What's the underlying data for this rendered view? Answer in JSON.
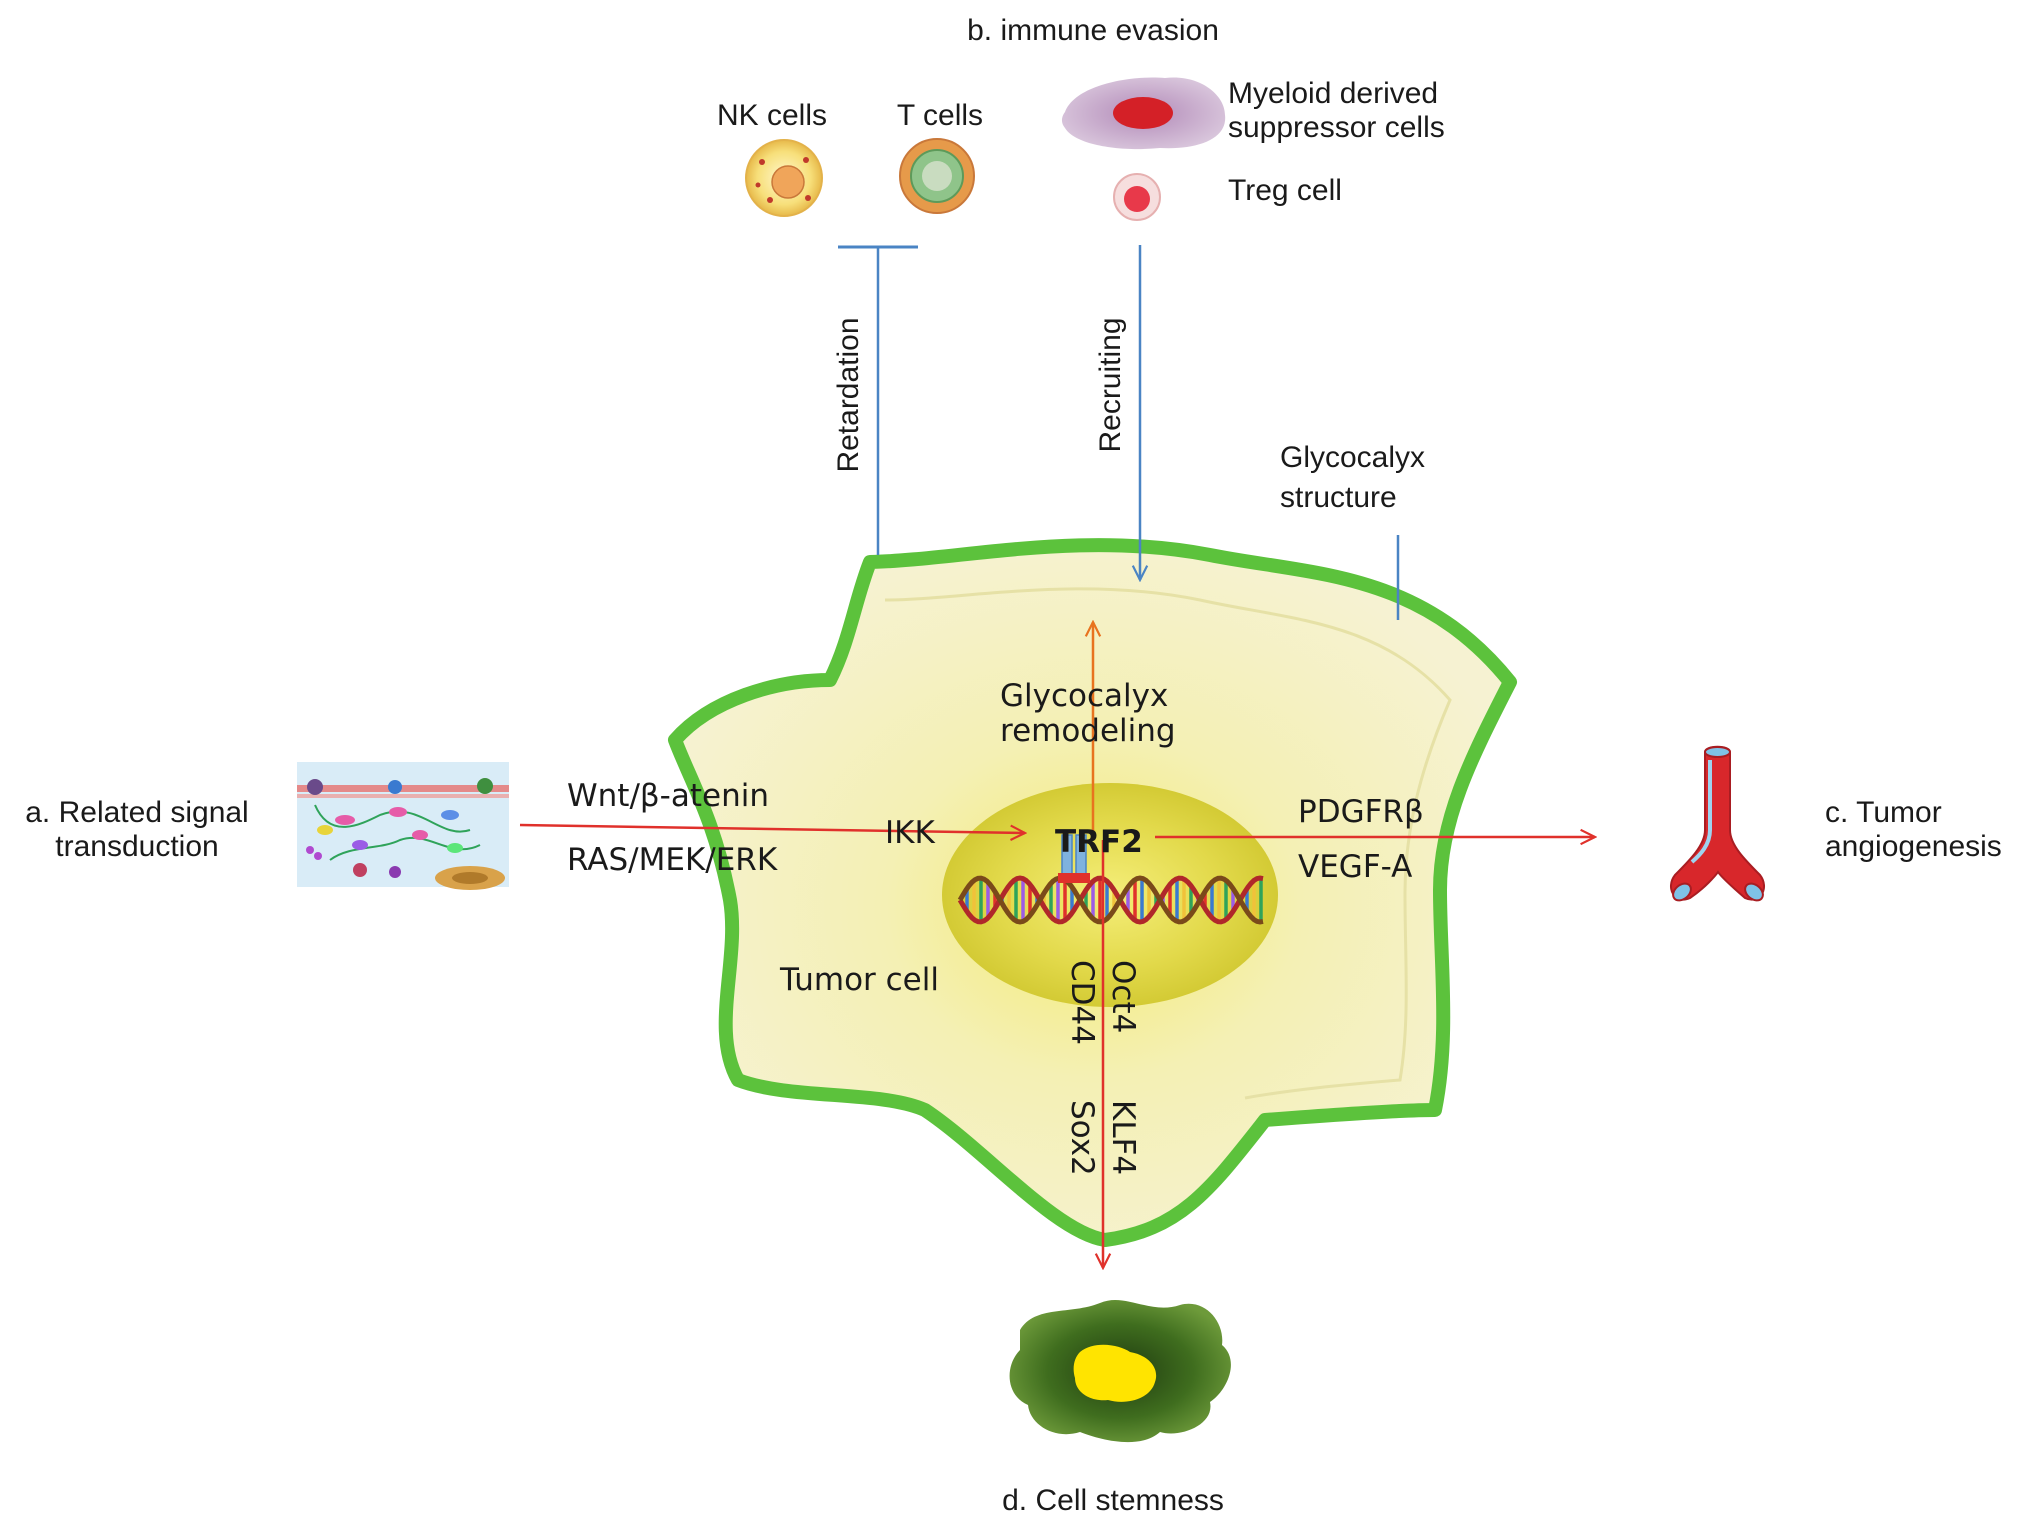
{
  "labels": {
    "signal": [
      "a. Related signal",
      "transduction"
    ],
    "immune": "b. immune evasion",
    "angio": [
      "c. Tumor",
      "angiogenesis"
    ],
    "stem": "d. Cell stemness",
    "nk": "NK cells",
    "tcells": "T cells",
    "mdsc": [
      "Myeloid derived",
      "suppressor cells"
    ],
    "treg": "Treg cell",
    "retardation": "Retardation",
    "recruiting": "Recruiting",
    "glyco_structure": [
      "Glycocalyx",
      "structure"
    ],
    "glyco_remodel": [
      "Glycocalyx",
      "remodeling"
    ],
    "wnt": "Wnt/β-atenin",
    "ras": "RAS/MEK/ERK",
    "ikk": "IKK",
    "trf2": "TRF2",
    "pdgfrb": "PDGFRβ",
    "vegfa": "VEGF-A",
    "tumor_cell": "Tumor cell",
    "oct4": "Oct4",
    "cd44": "CD44",
    "klf4": "KLF4",
    "sox2": "Sox2"
  },
  "colors": {
    "arrow_red": "#e0312b",
    "arrow_orange": "#e8731f",
    "line_blue": "#4a84c4",
    "membrane_green": "#5cc23c",
    "cytoplasm": "#f2efc4",
    "nucleus": "#d8d23a",
    "stem_cell": "#3f6d1e",
    "stem_nucleus": "#ffe400",
    "vessel_red": "#d8272b",
    "vessel_blue": "#7fc2e6"
  }
}
